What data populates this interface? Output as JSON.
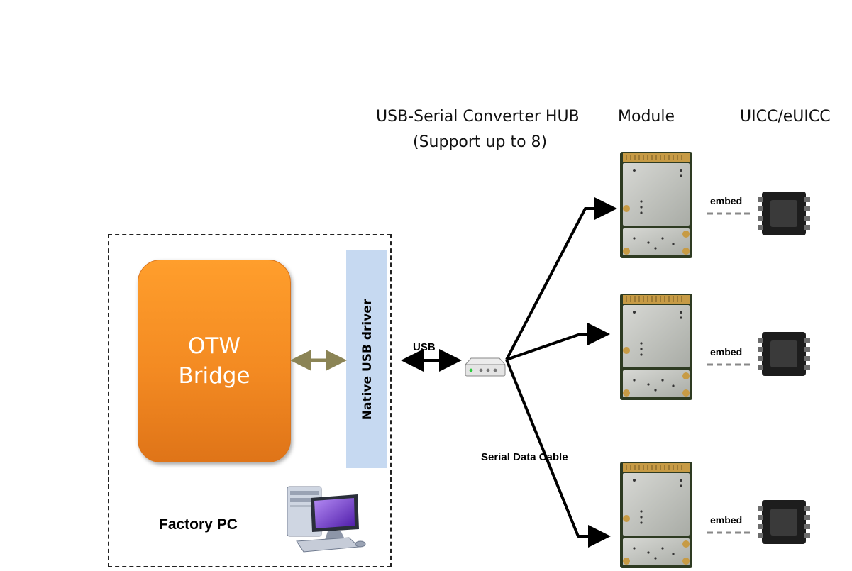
{
  "headers": {
    "hub_line1": "USB-Serial Converter HUB",
    "hub_line2": "(Support up to 8)",
    "module": "Module",
    "uicc": "UICC/eUICC"
  },
  "pc": {
    "bridge_label": "OTW\nBridge",
    "driver_label": "Native USB driver",
    "factory_label": "Factory PC"
  },
  "links": {
    "usb_label": "USB",
    "serial_cable_label": "Serial Data Cable",
    "embed_labels": [
      "embed",
      "embed",
      "embed"
    ]
  },
  "colors": {
    "bridge_orange": "#f39224",
    "driver_blue": "#c6d9f1",
    "bridge_arrow": "#8b8455",
    "embed_dash": "#888888"
  },
  "icons": [
    "computer-icon",
    "usb-hub-icon",
    "module-board-icon",
    "chip-icon"
  ]
}
